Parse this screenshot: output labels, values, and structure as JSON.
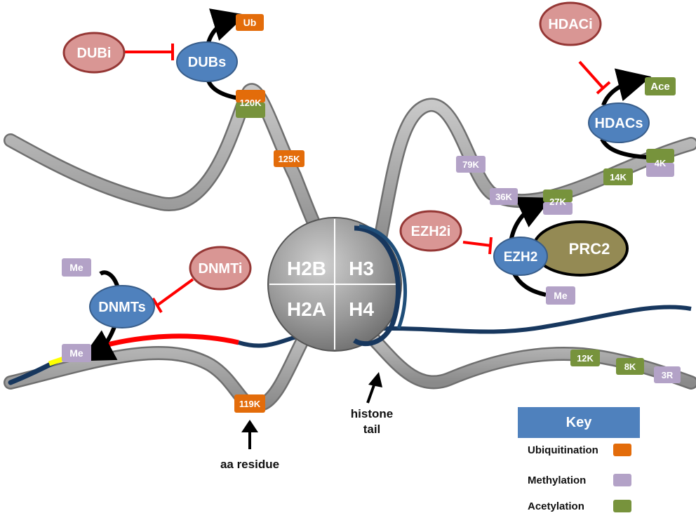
{
  "colors": {
    "ubiquitination": "#e36c0a",
    "methylation": "#b3a2c7",
    "acetylation": "#77933c",
    "enzyme": "#4f81bd",
    "inhibitor_fill": "#d99694",
    "inhibitor_border": "#953735",
    "prc2": "#948a54",
    "inhibit_line": "#ff0000",
    "dna": "#17375e",
    "tail": "#a6a6a6"
  },
  "histones": {
    "h2b": "H2B",
    "h3": "H3",
    "h2a": "H2A",
    "h4": "H4"
  },
  "enzymes": {
    "dubs": "DUBs",
    "hdacs": "HDACs",
    "ezh2": "EZH2",
    "dnmts": "DNMTs",
    "prc2": "PRC2"
  },
  "inhibitors": {
    "dubi": "DUBi",
    "hdaci": "HDACi",
    "ezh2i": "EZH2i",
    "dnmti": "DNMTi"
  },
  "marks": {
    "ub_top": "Ub",
    "k120": "120K",
    "k125": "125K",
    "ace": "Ace",
    "k4": "4K",
    "k14": "14K",
    "k79": "79K",
    "k36": "36K",
    "k27": "27K",
    "me_ezh2": "Me",
    "me_dnmt_top": "Me",
    "me_dnmt_bottom": "Me",
    "k119": "119K",
    "k12": "12K",
    "k8": "8K",
    "r3": "3R"
  },
  "annotations": {
    "aa_residue": "aa residue",
    "histone_tail_line1": "histone",
    "histone_tail_line2": "tail"
  },
  "key": {
    "title": "Key",
    "ubiquitination": "Ubiquitination",
    "methylation": "Methylation",
    "acetylation": "Acetylation"
  }
}
